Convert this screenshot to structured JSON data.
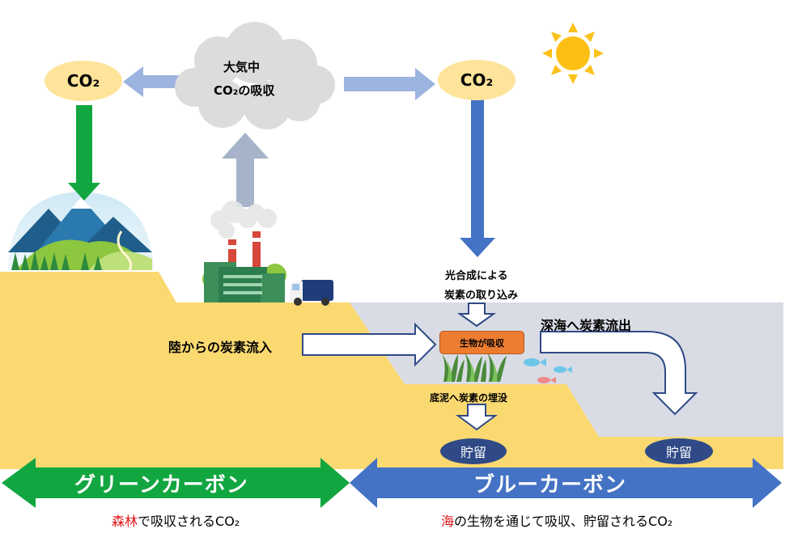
{
  "colors": {
    "land": "#fbd971",
    "sea": "#d9dce5",
    "green_band": "#12a640",
    "blue_band": "#4472c4",
    "co2_bubble": "#fde49a",
    "storage": "#2f4a87",
    "accent_red": "#e0161b"
  },
  "labels": {
    "co2_left": "CO₂",
    "co2_right": "CO₂",
    "cloud_line1": "大気中",
    "cloud_line2": "CO₂の吸収",
    "photosynthesis_line1": "光合成による",
    "photosynthesis_line2": "炭素の取り込み",
    "absorption_box": "生物が吸収",
    "land_inflow": "陸からの炭素流入",
    "deep_sea_outflow": "深海へ炭素流出",
    "sediment_burial": "底泥へ炭素の埋没",
    "storage_left": "貯留",
    "storage_right": "貯留"
  },
  "bands": {
    "green": "グリーンカーボン",
    "blue": "ブルーカーボン"
  },
  "captions": {
    "green_highlight": "森林",
    "green_rest": "で吸収されるCO₂",
    "blue_highlight": "海",
    "blue_rest": "の生物を通じて吸収、貯留されるCO₂"
  },
  "icons": [
    "sun-icon",
    "cloud-icon",
    "mountain-forest-icon",
    "factory-icon",
    "truck-icon",
    "seagrass-icon",
    "fish-icon"
  ]
}
